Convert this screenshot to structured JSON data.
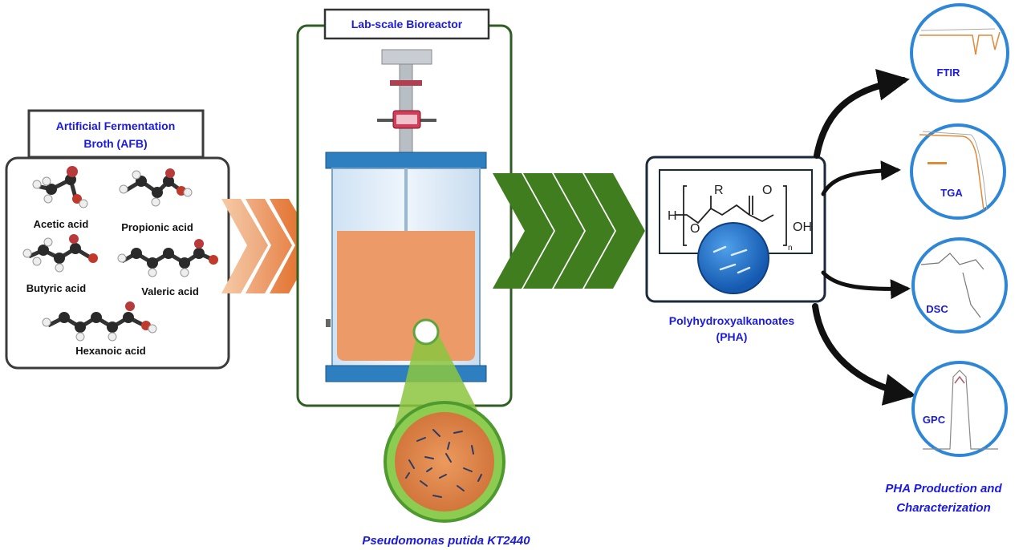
{
  "afb": {
    "title_line1": "Artificial Fermentation",
    "title_line2": "Broth (AFB)",
    "acids": [
      "Acetic acid",
      "Propionic acid",
      "Butyric acid",
      "Valeric acid",
      "Hexanoic acid"
    ]
  },
  "bioreactor": {
    "title": "Lab-scale Bioreactor",
    "organism": "Pseudomonas putida KT2440"
  },
  "pha": {
    "structure_r": "R",
    "structure_o": "O",
    "structure_oh": "OH",
    "structure_h": "H",
    "structure_ring_o": "O",
    "structure_n": "n",
    "name_line1": "Polyhydroxyalkanoates",
    "name_line2": "(PHA)"
  },
  "characterization": {
    "methods": [
      "FTIR",
      "TGA",
      "DSC",
      "GPC"
    ],
    "caption_line1": "PHA Production and",
    "caption_line2": "Characterization"
  },
  "colors": {
    "text_blue": "#1a1ae0",
    "box_green": "#2f5e22",
    "arrow_orange": "#e07030",
    "arrow_green": "#3f7d1e",
    "broth": "#ec9a68",
    "circle_blue": "#1f70c8",
    "dark": "#111111"
  }
}
